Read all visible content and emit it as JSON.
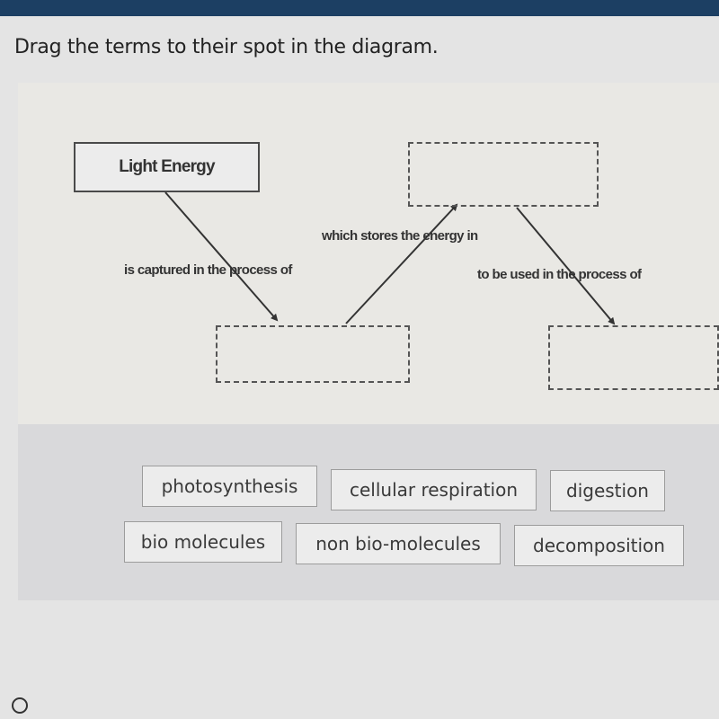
{
  "instructions": "Drag the terms to their spot in the diagram.",
  "diagram": {
    "start_node": "Light Energy",
    "labels": {
      "captured": "is captured in the process of",
      "stores": "which stores the energy in",
      "used": "to be used in the process of"
    }
  },
  "terms": [
    "photosynthesis",
    "cellular respiration",
    "digestion",
    "bio molecules",
    "non bio-molecules",
    "decomposition"
  ]
}
